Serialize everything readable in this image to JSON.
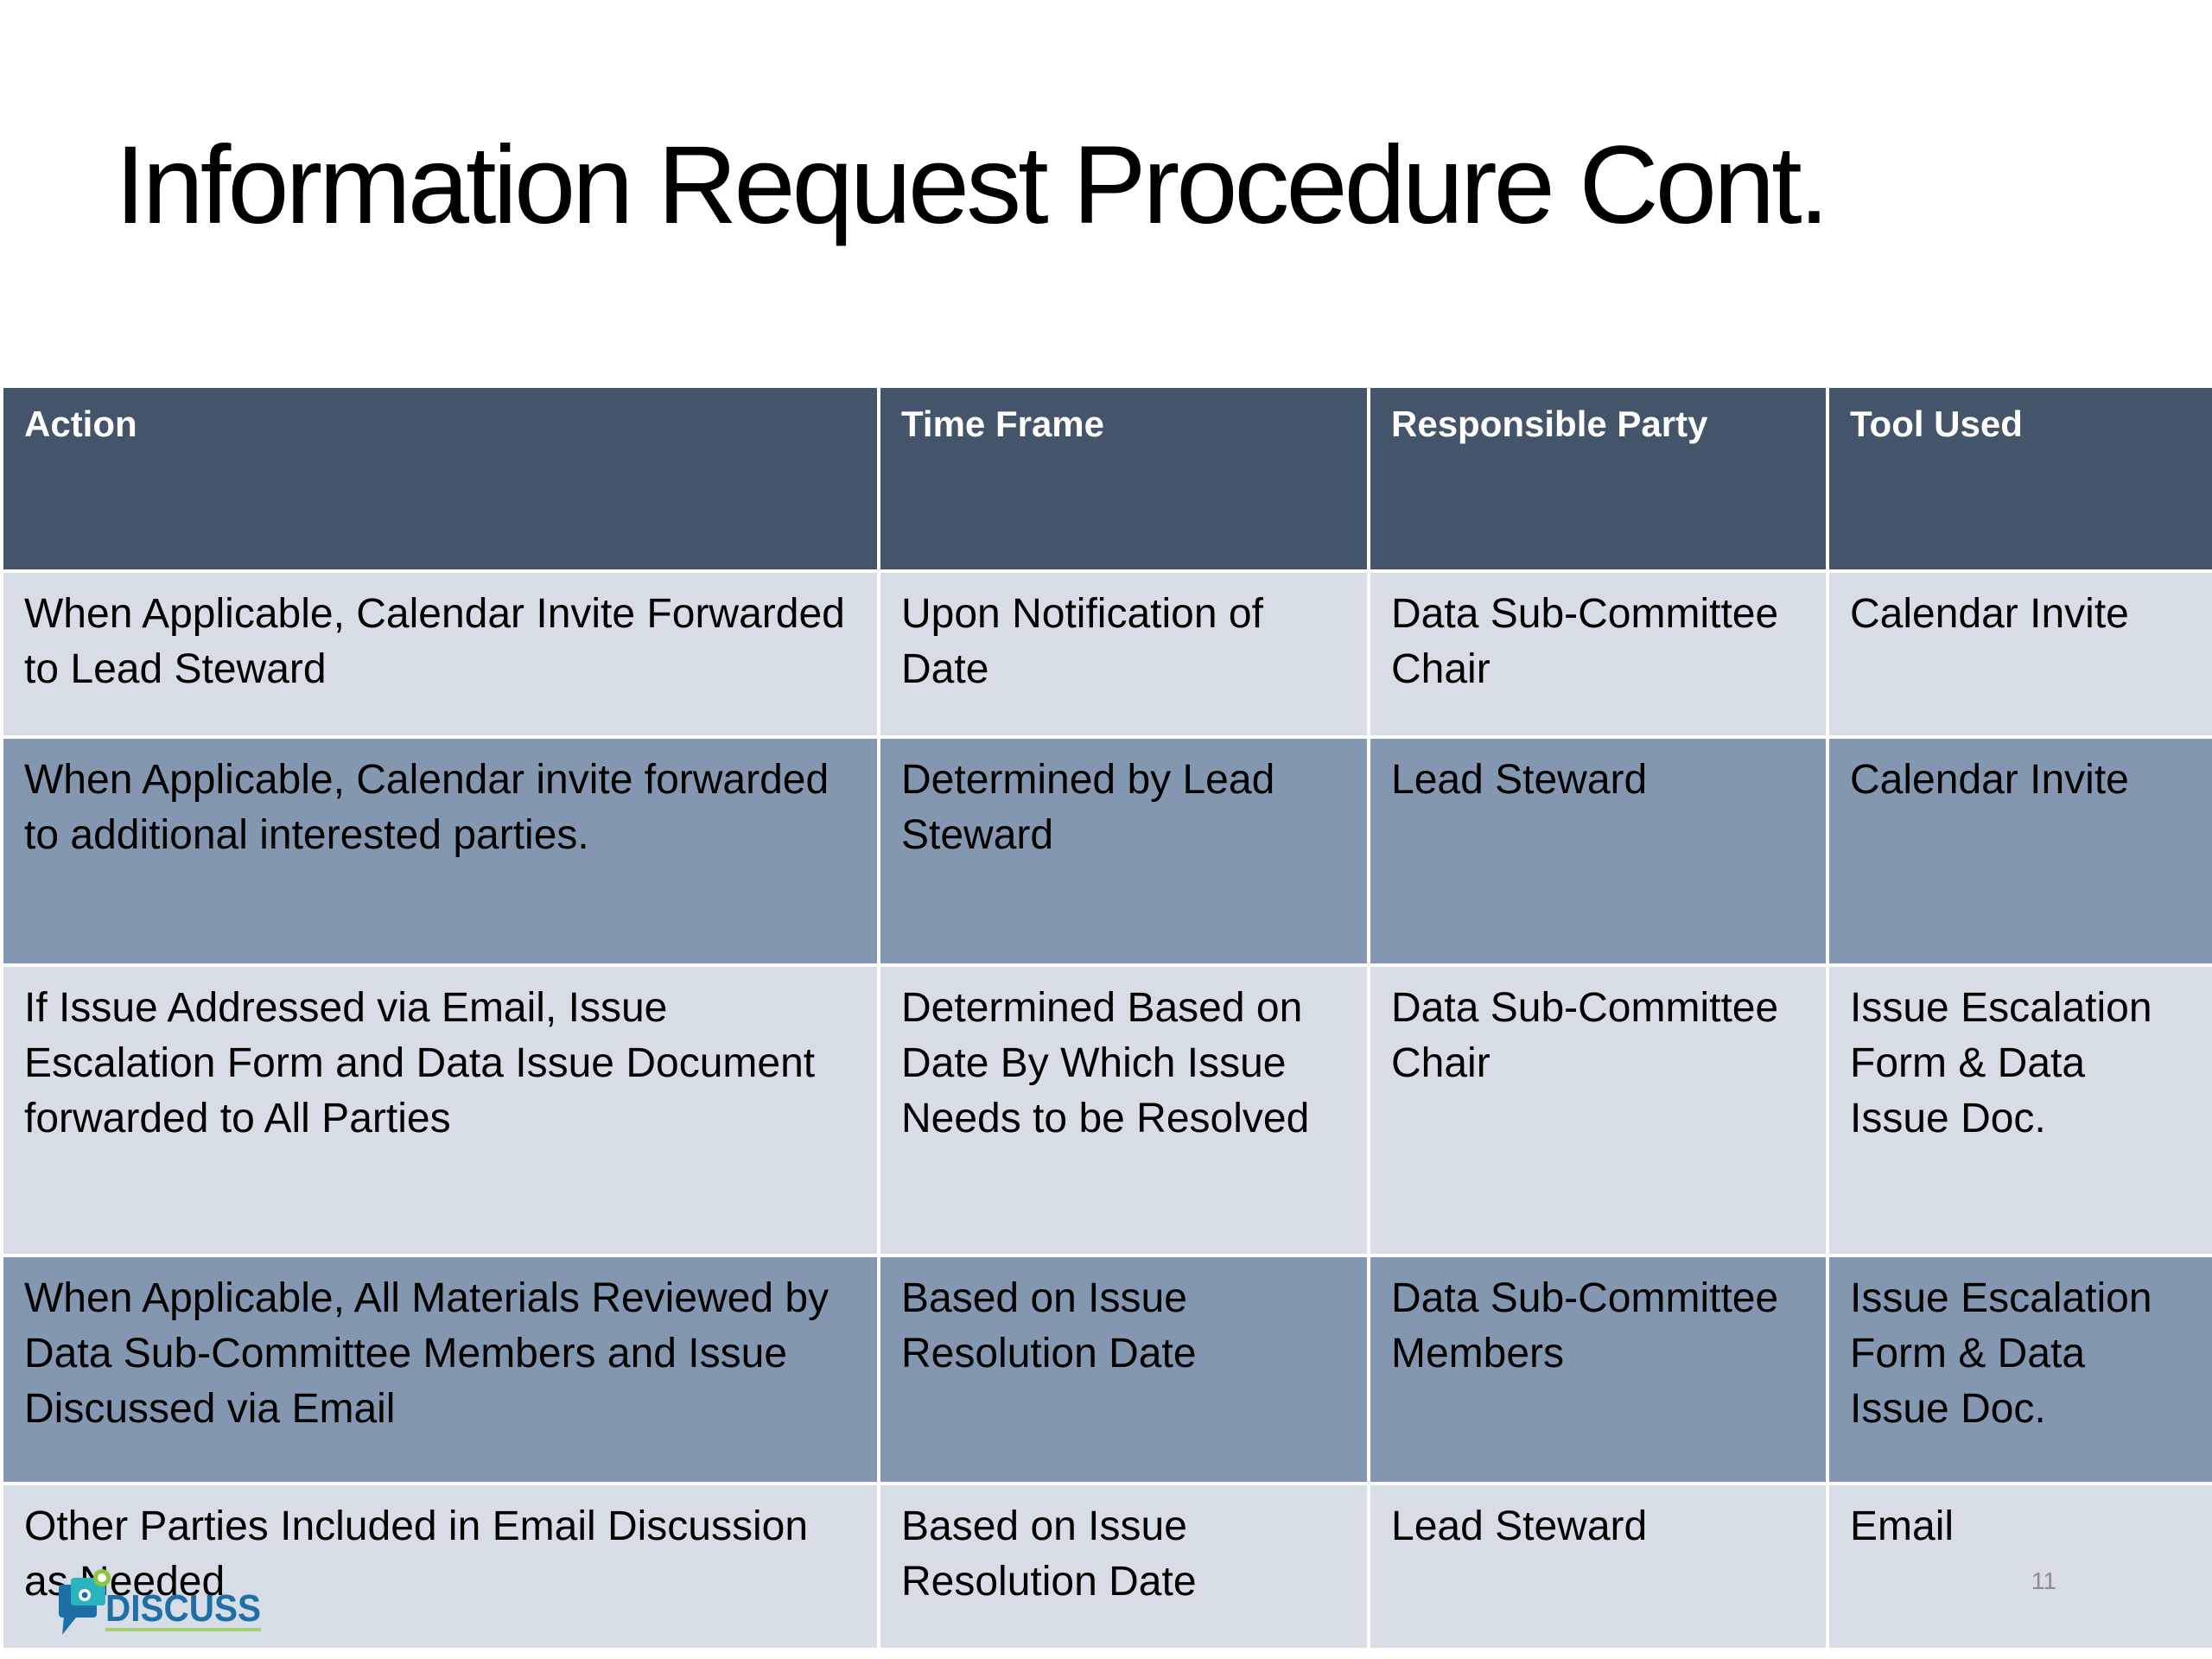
{
  "slide": {
    "title": "Information Request Procedure Cont.",
    "page_number": "11"
  },
  "table": {
    "headers": [
      "Action",
      "Time Frame",
      "Responsible Party",
      "Tool Used"
    ],
    "rows": [
      [
        "When Applicable, Calendar Invite Forwarded to Lead Steward",
        "Upon Notification of Date",
        "Data Sub-Committee Chair",
        "Calendar Invite"
      ],
      [
        "When Applicable, Calendar invite forwarded to additional interested parties.",
        "Determined by Lead Steward",
        "Lead Steward",
        "Calendar Invite"
      ],
      [
        "If Issue Addressed via Email, Issue Escalation Form and Data Issue Document forwarded to All Parties",
        "Determined Based on Date By Which Issue Needs to be Resolved",
        "Data Sub-Committee Chair",
        "Issue Escalation Form & Data Issue Doc."
      ],
      [
        "When Applicable, All Materials Reviewed by Data Sub-Committee Members and Issue Discussed via Email",
        "Based on Issue Resolution Date",
        "Data Sub-Committee Members",
        "Issue Escalation Form & Data Issue Doc."
      ],
      [
        "Other Parties Included in Email Discussion as Needed",
        "Based on Issue Resolution Date",
        "Lead Steward",
        "Email"
      ]
    ]
  },
  "logo": {
    "text": "DISCUSS",
    "icon": "speech-bubble-logo-icon"
  },
  "colors": {
    "header_bg": "#44546a",
    "row_light": "#d7dde6",
    "row_dark": "#8497b0",
    "logo_blue": "#1d6fa5",
    "logo_teal": "#2bb3c0",
    "logo_green": "#8cc63f"
  }
}
